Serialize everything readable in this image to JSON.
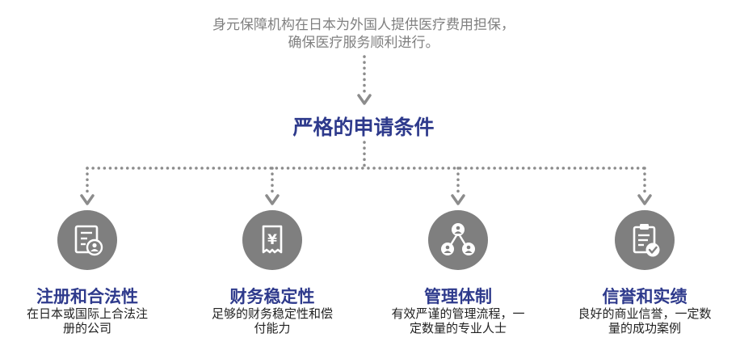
{
  "intro": {
    "line1": "身元保障机构在日本为外国人提供医疗费用担保，",
    "line2": "确保医疗服务顺利进行。"
  },
  "title": "严格的申请条件",
  "items": [
    {
      "icon": "document-user-icon",
      "title": "注册和合法性",
      "desc_line1": "在日本或国际上合法注",
      "desc_line2": "册的公司"
    },
    {
      "icon": "yen-receipt-icon",
      "title": "财务稳定性",
      "desc_line1": "足够的财务稳定性和偿",
      "desc_line2": "付能力"
    },
    {
      "icon": "team-structure-icon",
      "title": "管理体制",
      "desc_line1": "有效严谨的管理流程，一",
      "desc_line2": "定数量的专业人士"
    },
    {
      "icon": "clipboard-check-icon",
      "title": "信誉和实绩",
      "desc_line1": "良好的商业信誉，一定数",
      "desc_line2": "量的成功案例"
    }
  ],
  "colors": {
    "accent": "#2e3a8c",
    "circle": "#7f7f7f",
    "connector": "#8c8c8c"
  }
}
